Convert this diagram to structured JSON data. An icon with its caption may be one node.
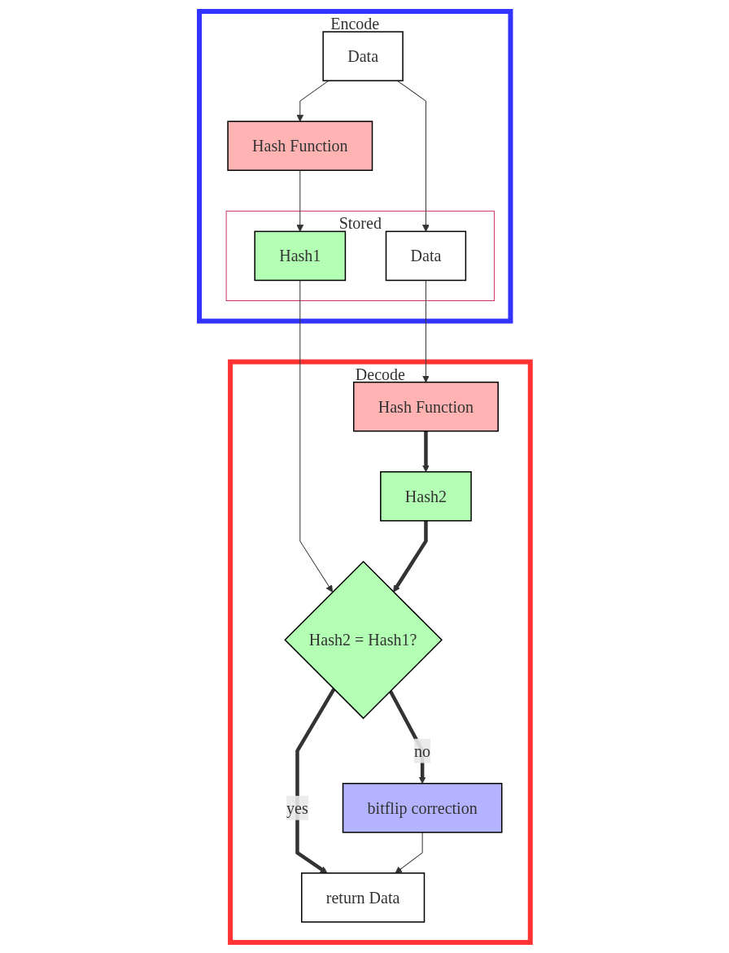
{
  "diagram": {
    "nodes": [
      {
        "text": [
          "Encode"
        ]
      },
      {
        "text": [
          "Data"
        ],
        "in": 0
      },
      {
        "text": [
          "Hash Function"
        ],
        "in": 0
      },
      {
        "text": [
          "Stored"
        ],
        "in": 0
      },
      {
        "text": [
          "Hash1"
        ],
        "in": 3
      },
      {
        "text": [
          "Data"
        ],
        "in": 3
      },
      {
        "text": [
          "Decode"
        ]
      },
      {
        "text": [
          "Hash2"
        ],
        "in": 6
      },
      {
        "text": [
          "Hash Function"
        ],
        "in": 6
      },
      {
        "text": [
          "Hash2 = Hash1?"
        ],
        "in": 6
      },
      {
        "text": [
          "bitflip correction"
        ],
        "in": 6
      },
      {
        "text": [
          "return Data"
        ],
        "in": 6
      }
    ],
    "edges": [
      {
        "from": 1,
        "to": 2,
        "arrow": "to"
      },
      {
        "from": 2,
        "to": 4,
        "arrow": "to"
      },
      {
        "from": 1,
        "to": 5,
        "arrow": "to"
      },
      {
        "from": 4,
        "to": 9,
        "arrow": "to"
      },
      {
        "from": 5,
        "to": 8,
        "arrow": "to"
      },
      {
        "from": 8,
        "to": 7,
        "arrow": "to",
        "style": "thick"
      },
      {
        "from": 7,
        "to": 9,
        "arrow": "to",
        "style": "thick"
      },
      {
        "from": 9,
        "to": 10,
        "arrow": "to",
        "label": "no",
        "style": "thick"
      },
      {
        "from": 9,
        "to": 11,
        "arrow": "to",
        "label": "yes",
        "style": "thick"
      },
      {
        "from": 10,
        "to": 11,
        "arrow": "to"
      }
    ]
  }
}
